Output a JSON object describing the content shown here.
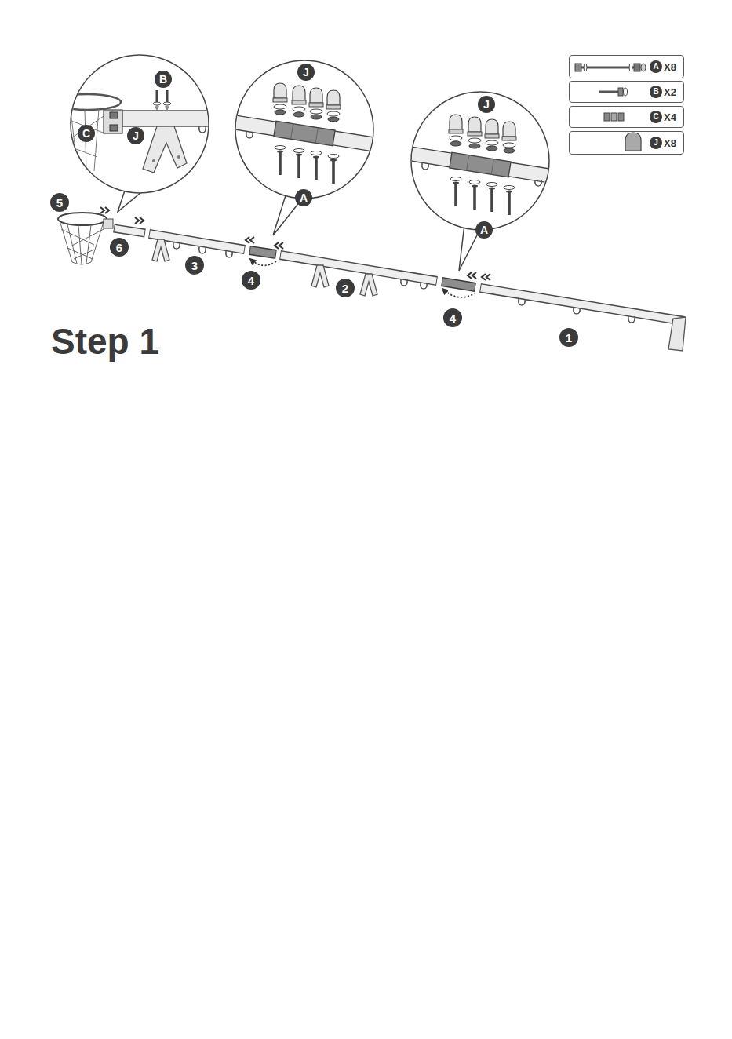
{
  "diagram": {
    "title": "Step 1",
    "nodes": [
      {
        "text": [
          "B"
        ]
      },
      {
        "text": [
          "C"
        ]
      },
      {
        "text": [
          "J"
        ]
      },
      {
        "text": [
          "J"
        ]
      },
      {
        "text": [
          "A"
        ]
      },
      {
        "text": [
          "J"
        ]
      },
      {
        "text": [
          "A"
        ]
      },
      {
        "text": [
          "X8"
        ]
      },
      {
        "text": [
          "A"
        ],
        "in": 7
      },
      {
        "text": [
          "X2"
        ]
      },
      {
        "text": [
          "B"
        ],
        "in": 9
      },
      {
        "text": [
          "X4"
        ]
      },
      {
        "text": [
          "C"
        ],
        "in": 11
      },
      {
        "text": [
          "X8"
        ]
      },
      {
        "text": [
          "J"
        ],
        "in": 13
      },
      {
        "text": [
          "5"
        ]
      },
      {
        "text": [
          "6"
        ]
      },
      {
        "text": [
          "3"
        ]
      },
      {
        "text": [
          "4"
        ]
      },
      {
        "text": [
          "2"
        ]
      },
      {
        "text": [
          "4"
        ]
      },
      {
        "text": [
          "1"
        ]
      }
    ]
  }
}
